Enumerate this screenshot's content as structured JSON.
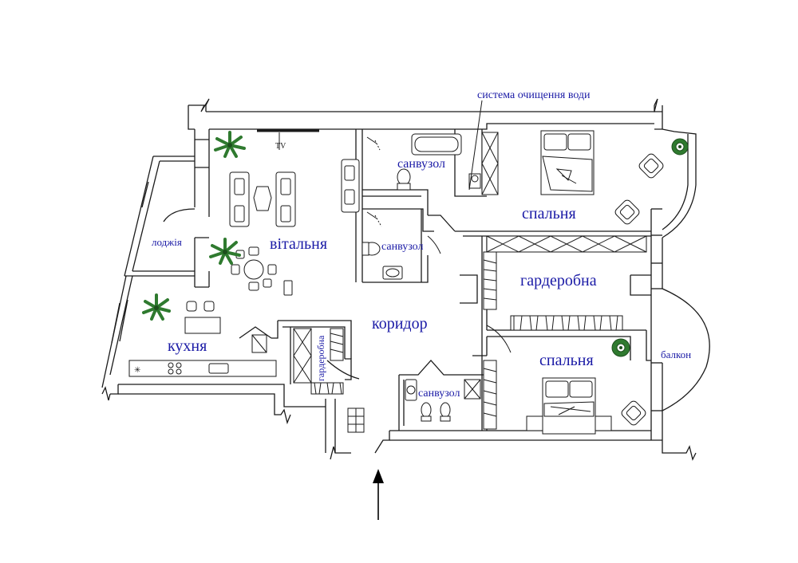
{
  "colors": {
    "label": "#1a1aa6",
    "wall": "#1a1a1a",
    "plant": "#2f7a2f",
    "plant_dark": "#1d4f1d"
  },
  "rooms": {
    "living": "вітальня",
    "kitchen": "кухня",
    "loggia": "лоджія",
    "corridor": "коридор",
    "wardrobe_large": "гардеробна",
    "wardrobe_small": "гардеробна",
    "bedroom_top": "спальня",
    "bedroom_bottom": "спальня",
    "balcony": "балкон",
    "bath_top": "санвузол",
    "bath_middle": "санвузол",
    "bath_bottom": "санвузол"
  },
  "annotations": {
    "water_system": "система очищення води"
  },
  "entrance": {
    "arrow_icon": "arrow-up-icon"
  }
}
